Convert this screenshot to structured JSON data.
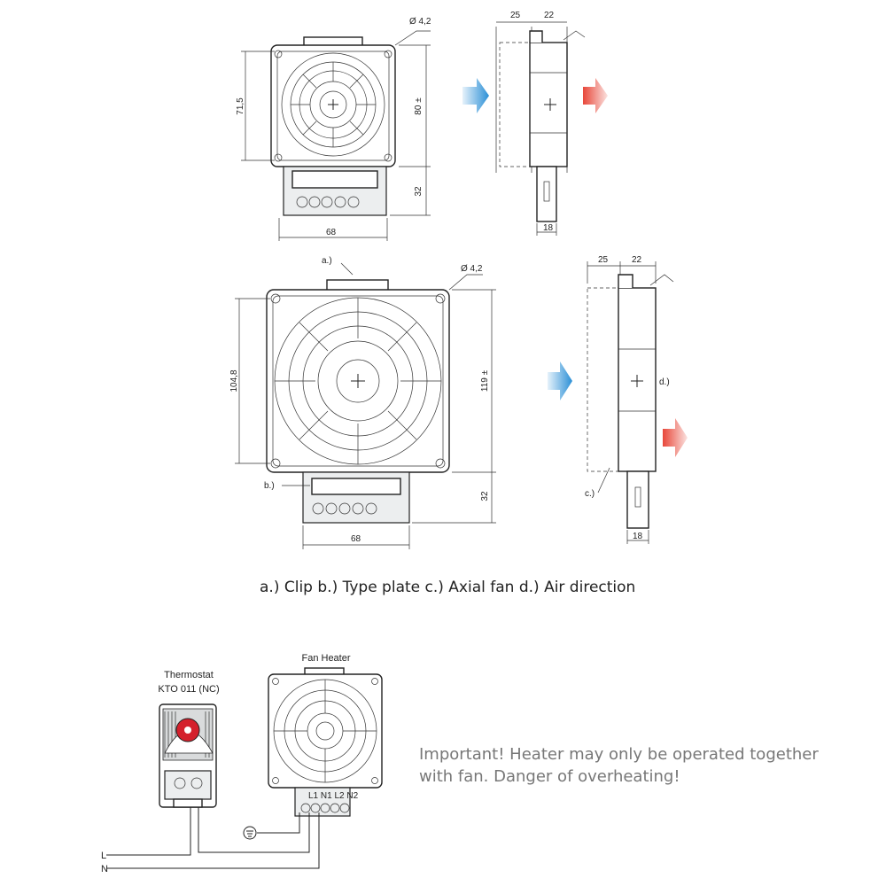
{
  "drawing_small": {
    "hole_dim": "Ø 4,2",
    "height_inner": "71,5",
    "height_outer": "80 ±",
    "height_lower": "32",
    "width_bottom": "68",
    "side_top_left": "25",
    "side_top_right": "22",
    "side_bottom": "18"
  },
  "drawing_large": {
    "clip_marker": "a.)",
    "hole_dim": "Ø 4,2",
    "height_inner": "104,8",
    "height_outer": "119 ±",
    "height_lower": "32",
    "width_bottom": "68",
    "type_plate_marker": "b.)",
    "side_top_left": "25",
    "side_top_right": "22",
    "side_bottom": "18",
    "air_direction_marker": "d.)",
    "axial_fan_marker": "c.)"
  },
  "legend": "a.) Clip  b.) Type plate   c.) Axial fan  d.) Air direction",
  "wiring": {
    "thermostat_title_line1": "Thermostat",
    "thermostat_title_line2": "KTO 011 (NC)",
    "fan_heater_title": "Fan Heater",
    "terminal_labels": "L1 N1 L2 N2",
    "line_L": "L",
    "line_N": "N"
  },
  "note": {
    "line1": "Important! Heater may only be operated together",
    "line2": "with fan. Danger of overheating!"
  },
  "colors": {
    "air_in": "#2a8fd6",
    "air_out": "#e8473a",
    "thermostat_knob": "#d4202c"
  }
}
